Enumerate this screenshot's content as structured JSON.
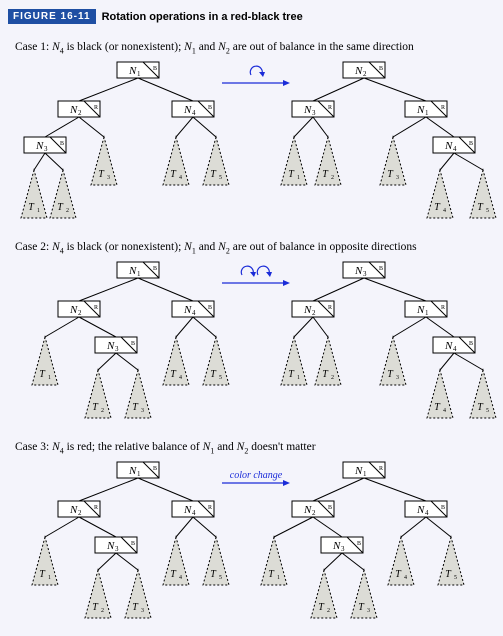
{
  "figure": {
    "label": "FIGURE 16-11",
    "title": "Rotation operations in a red-black tree"
  },
  "cases": [
    {
      "text": "Case 1: N4 is black (or nonexistent); N1 and N2 are out of balance in the same direction",
      "operation": "single-rotation",
      "operation_label": ""
    },
    {
      "text": "Case 2: N4 is black (or nonexistent); N1 and N2 are out of balance in opposite directions",
      "operation": "double-rotation",
      "operation_label": ""
    },
    {
      "text": "Case 3: N4 is red; the relative balance of N1 and N2 doesn't matter",
      "operation": "color-change",
      "operation_label": "color change"
    }
  ],
  "colors": {
    "header_bg": "#1f4fa3",
    "panel_bg": "#f4f4fb",
    "arrow": "#1a2bd8",
    "subtree_fill": "#dcdcd6"
  }
}
